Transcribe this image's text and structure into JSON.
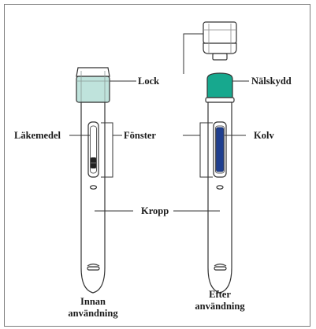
{
  "labels": {
    "lock": "Lock",
    "needle_shield": "Nälskydd",
    "medicine": "Läkemedel",
    "window": "Fönster",
    "plunger": "Kolv",
    "body": "Kropp"
  },
  "captions": {
    "before_line1": "Innan",
    "before_line2": "användning",
    "after_line1": "Efter",
    "after_line2": "användning"
  },
  "colors": {
    "cap_teal": "#bfe3dc",
    "needle_shield": "#17a88e",
    "plunger": "#1f3f8f",
    "outline": "#333333"
  }
}
